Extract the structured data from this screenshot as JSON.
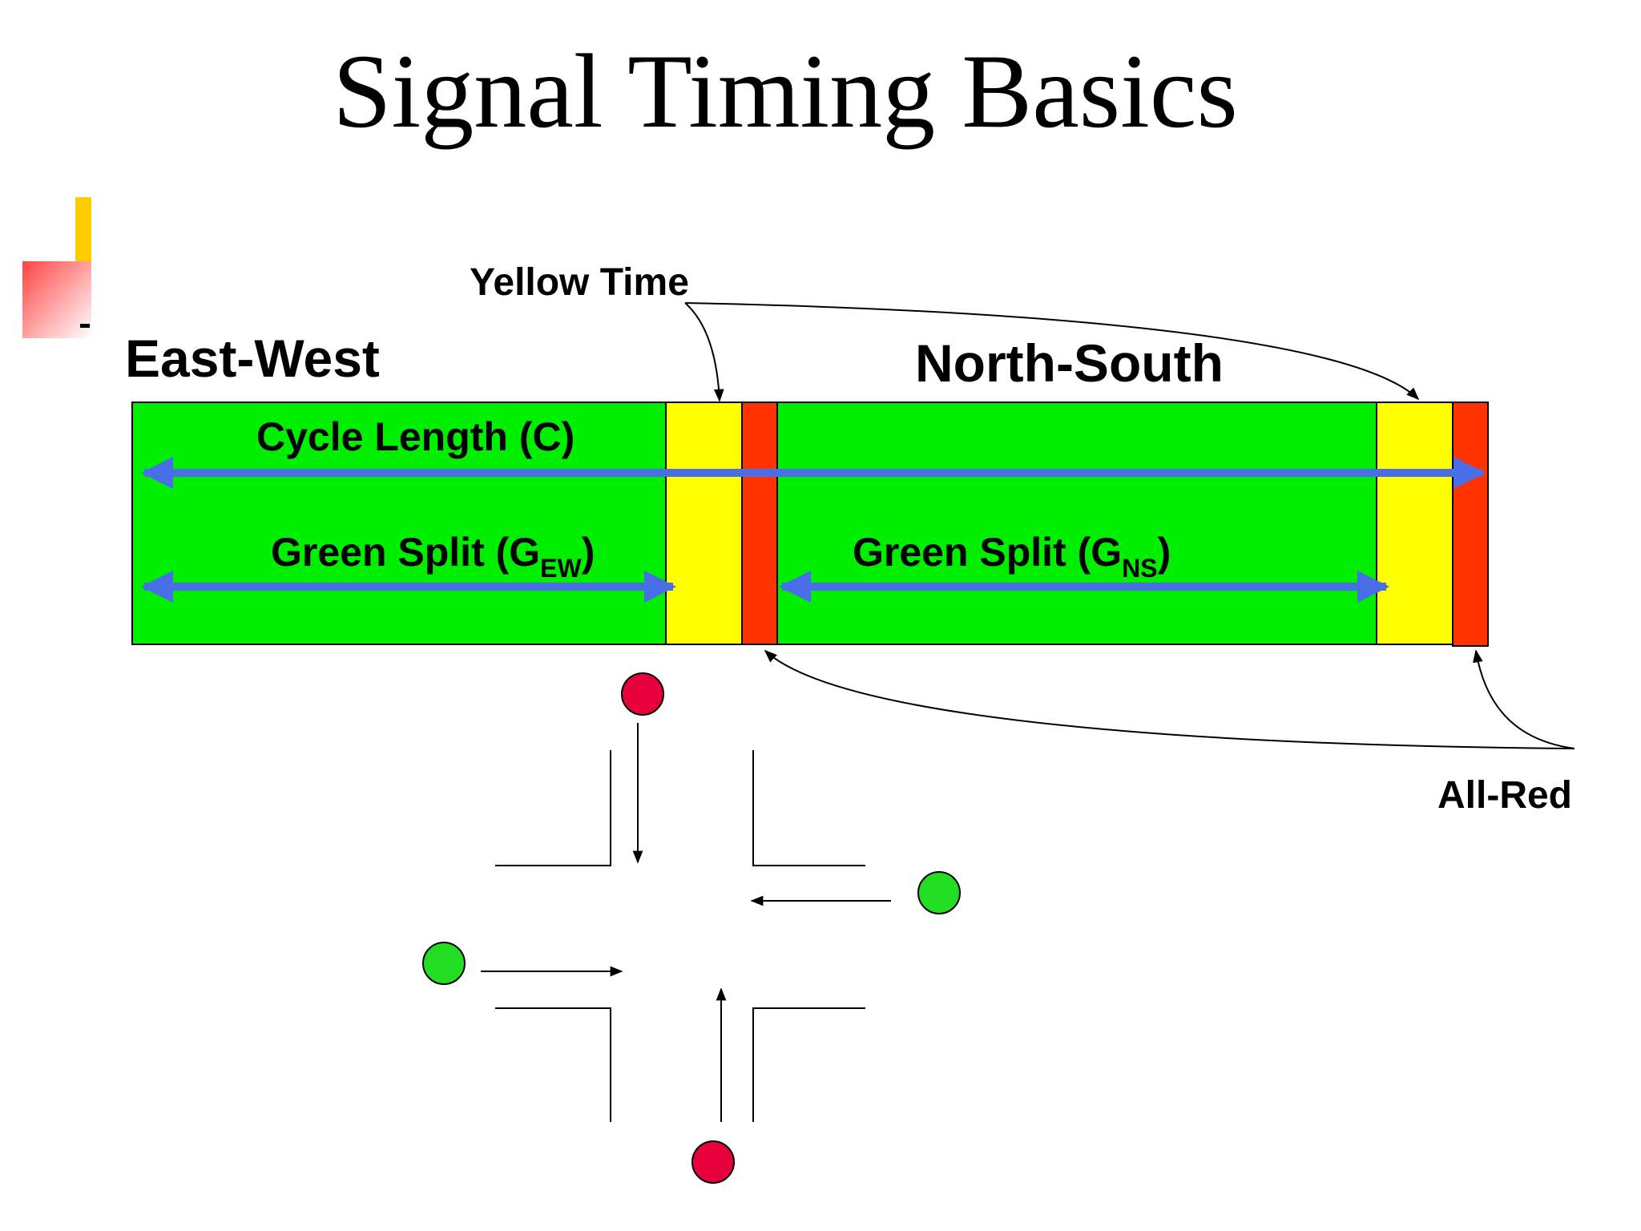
{
  "title": "Signal Timing Basics",
  "phases": {
    "east_west": "East-West",
    "north_south": "North-South"
  },
  "annotations": {
    "yellow_time": "Yellow Time",
    "all_red": "All-Red",
    "cycle_length": "Cycle Length (C)",
    "green_split_ew": {
      "prefix": "Green Split (G",
      "subscript": "EW",
      "suffix": ")"
    },
    "green_split_ns": {
      "prefix": "Green Split (G",
      "subscript": "NS",
      "suffix": ")"
    }
  },
  "colors": {
    "green": "#00ee00",
    "yellow": "#ffff00",
    "red": "#ff3300",
    "arrow_blue": "#4a6ee8",
    "signal_red": "#e8003c",
    "signal_green": "#22dd22",
    "bullet_yellow": "#ffcc00",
    "bullet_red": "#ff6666"
  },
  "signals": {
    "north": "red",
    "south": "red",
    "east": "green",
    "west": "green"
  }
}
